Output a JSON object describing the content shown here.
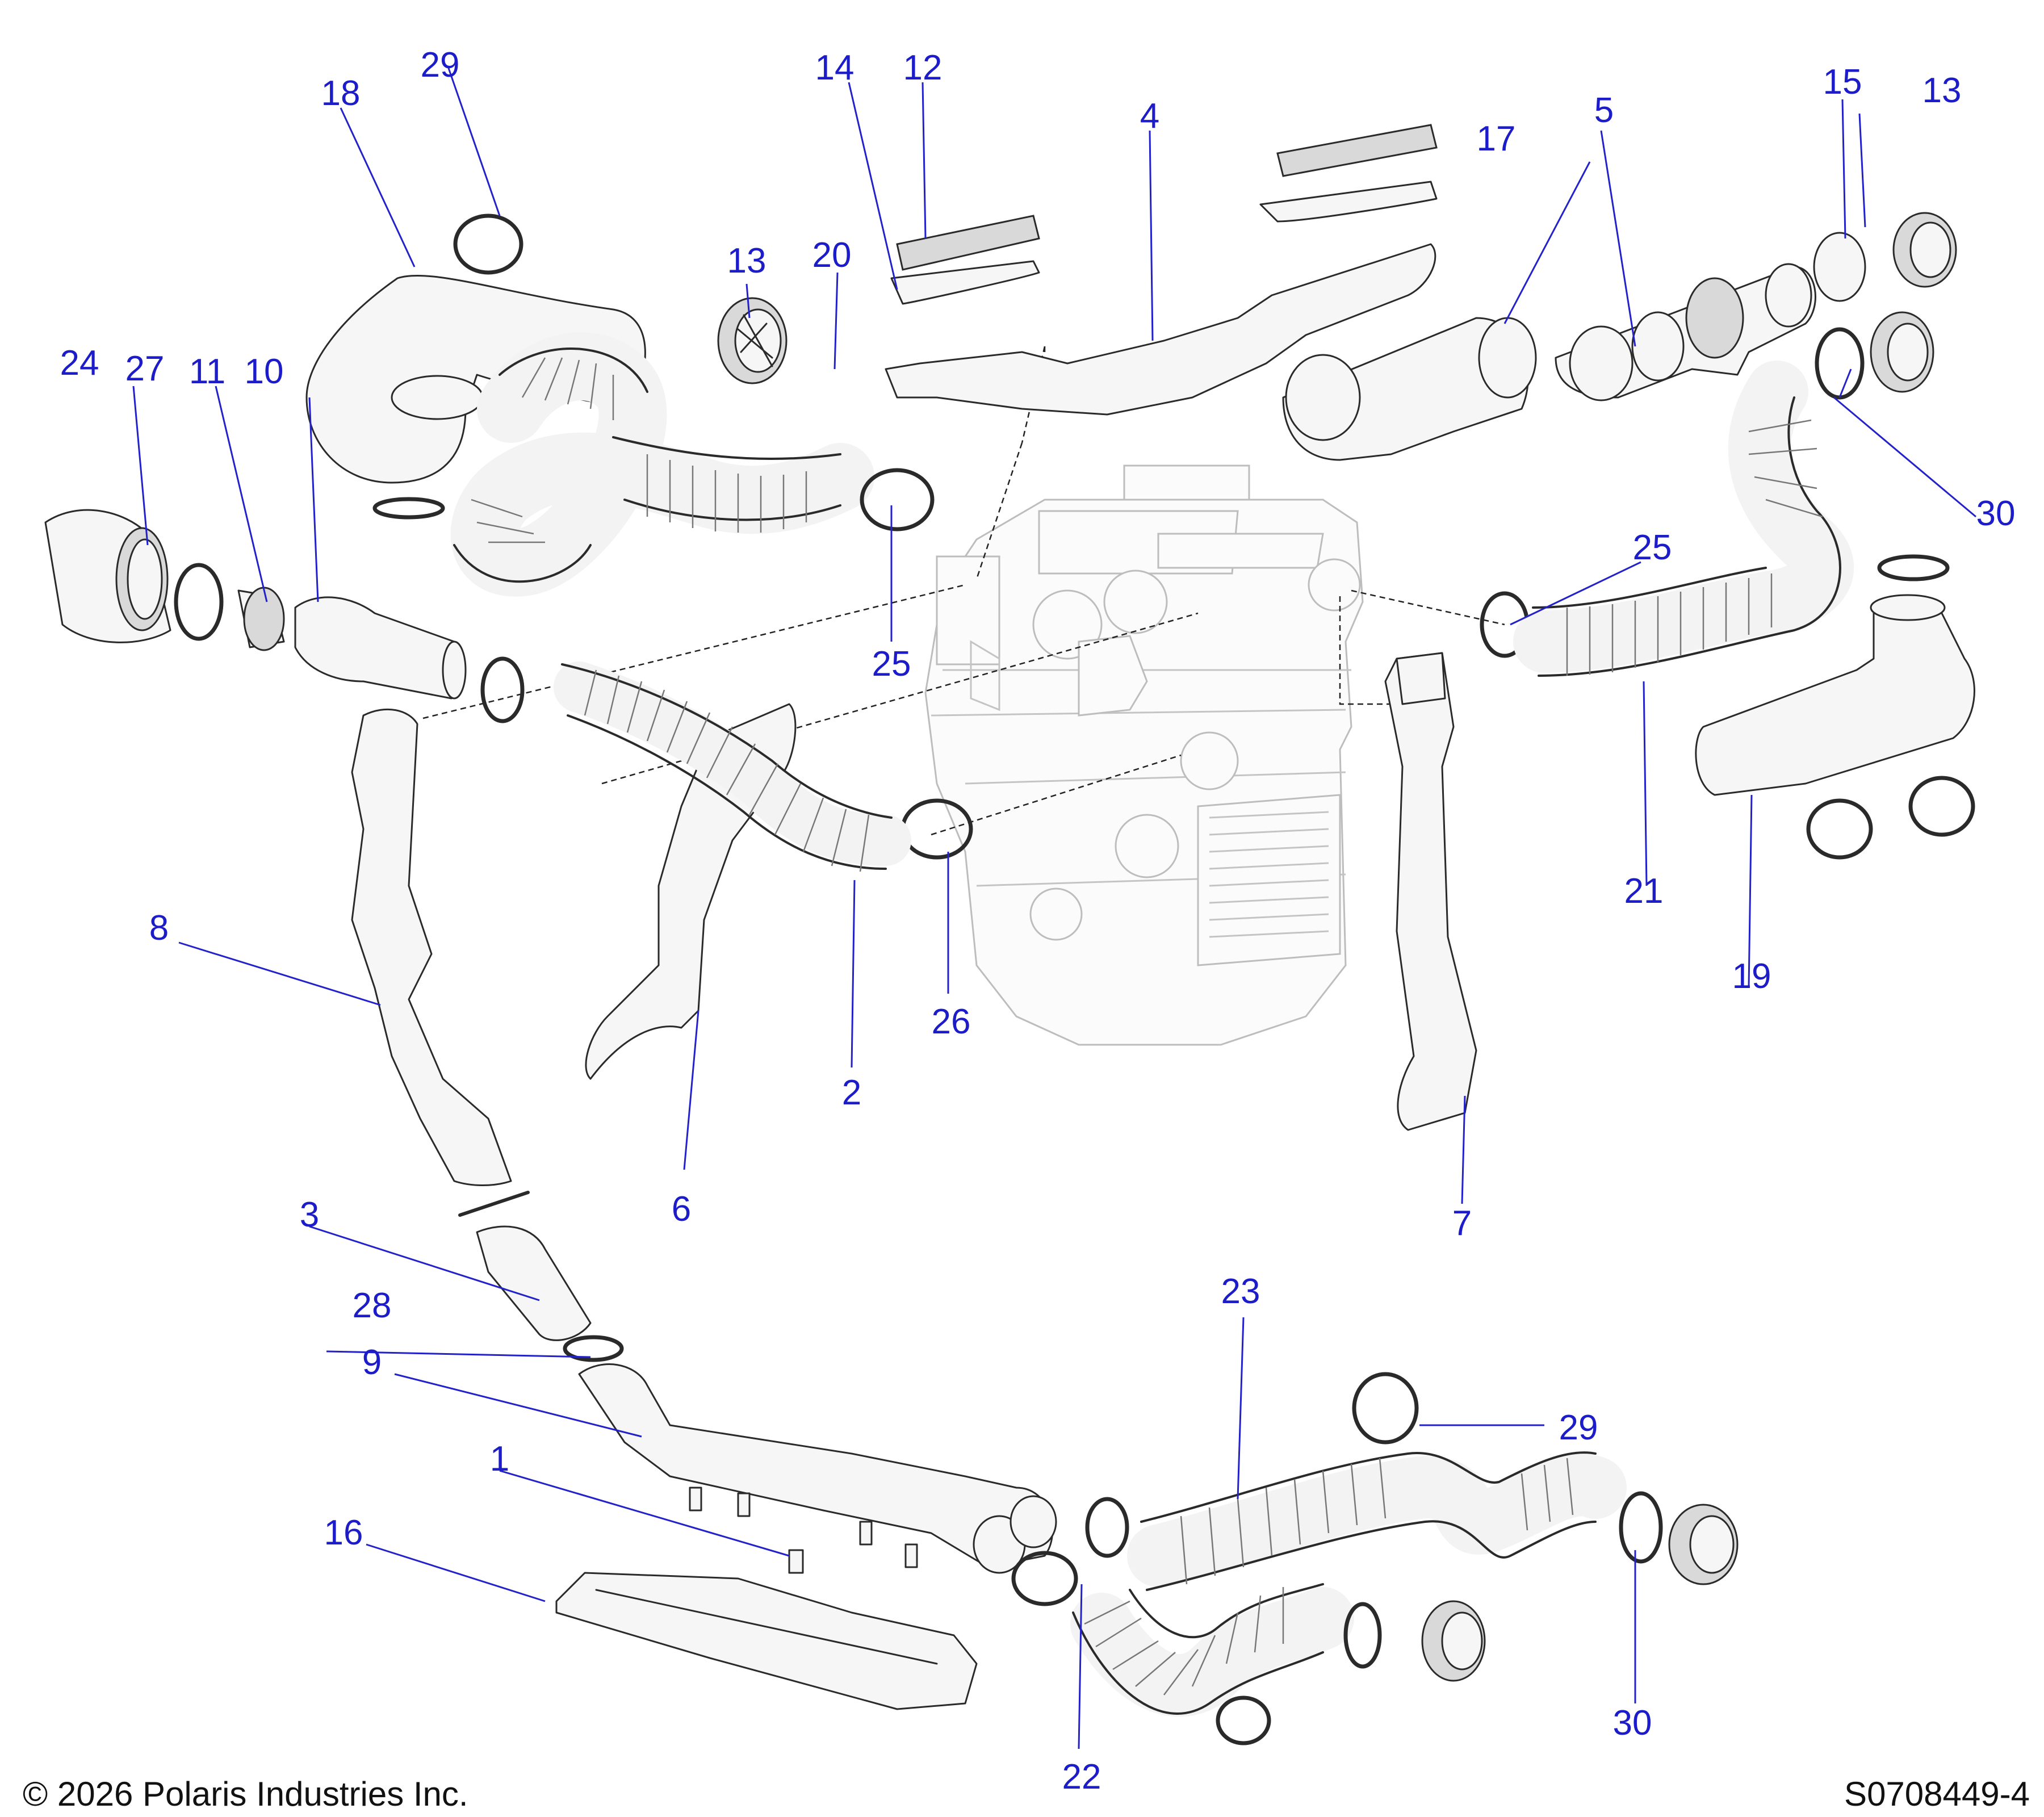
{
  "footer": {
    "copyright": "© 2026 Polaris Industries Inc.",
    "diagram_id": "S0708449-4"
  },
  "callouts": {
    "c1": "1",
    "c2": "2",
    "c3": "3",
    "c4": "4",
    "c5": "5",
    "c6": "6",
    "c7": "7",
    "c8": "8",
    "c9": "9",
    "c10": "10",
    "c11": "11",
    "c12": "12",
    "c13a": "13",
    "c13b": "13",
    "c14": "14",
    "c15": "15",
    "c16": "16",
    "c17": "17",
    "c18": "18",
    "c19": "19",
    "c20": "20",
    "c21": "21",
    "c22": "22",
    "c23": "23",
    "c24": "24",
    "c25a": "25",
    "c25b": "25",
    "c26": "26",
    "c27": "27",
    "c28": "28",
    "c29a": "29",
    "c29b": "29",
    "c30a": "30",
    "c30b": "30"
  },
  "colors": {
    "callout_text": "#1c1cc8",
    "leader_line": "#2222c8",
    "part_outline": "#2a2a2a",
    "part_fill": "#f6f6f6",
    "ghost_outline": "#bdbdbd"
  }
}
